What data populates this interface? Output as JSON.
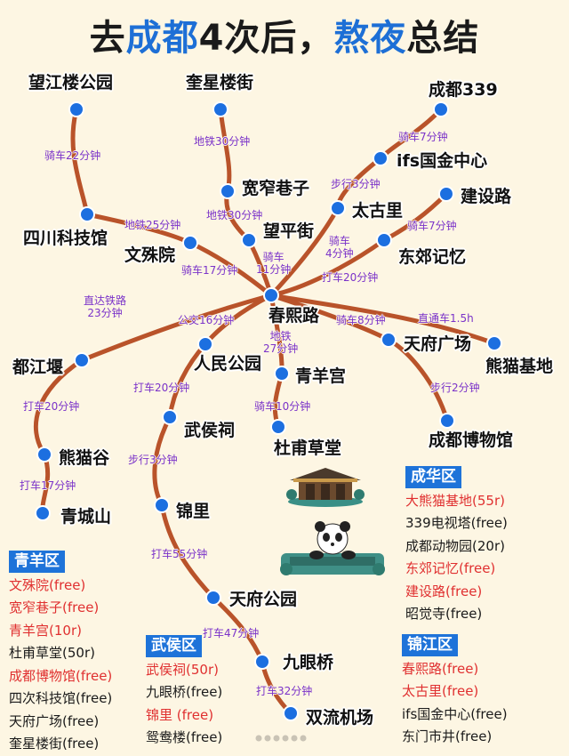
{
  "title": {
    "part1": "去",
    "part2": "成都",
    "part3": "4次后，",
    "part4": "熬夜",
    "part5": "总结"
  },
  "stations": {
    "wangjianglou": "望江楼公园",
    "kuixing": "奎星楼街",
    "cd339": "成都339",
    "ifs": "ifs国金中心",
    "kuanzhai": "宽窄巷子",
    "taikoo": "太古里",
    "jianshe": "建设路",
    "sichuankeji": "四川科技馆",
    "wenshu": "文殊院",
    "wangping": "望平街",
    "dongjiao": "东郊记忆",
    "chunxi": "春熙路",
    "dujiangyan": "都江堰",
    "renmin": "人民公园",
    "qingyang": "青羊宫",
    "tianfusq": "天府广场",
    "panda": "熊猫基地",
    "museum": "成都博物馆",
    "wuhou": "武侯祠",
    "dufu": "杜甫草堂",
    "xiongmaogu": "熊猫谷",
    "qingcheng": "青城山",
    "jinli": "锦里",
    "tianfupark": "天府公园",
    "jiuyan": "九眼桥",
    "airport": "双流机场"
  },
  "routes": {
    "r1": "骑车22分钟",
    "r2": "地铁30分钟",
    "r3": "骑车7分钟",
    "r4": "步行3分钟",
    "r5": "地铁30分钟",
    "r6": "地铁25分钟",
    "r7": "骑车7分钟",
    "r8": "骑车17分钟",
    "r9a": "骑车",
    "r9b": "11分钟",
    "r10a": "骑车",
    "r10b": "4分钟",
    "r11": "打车20分钟",
    "r12a": "直达铁路",
    "r12b": "23分钟",
    "r13": "公交16分钟",
    "r14": "骑车8分钟",
    "r15": "直通车1.5h",
    "r16a": "地铁",
    "r16b": "27分钟",
    "r17": "打车20分钟",
    "r18": "步行2分钟",
    "r19": "打车20分钟",
    "r20": "骑车10分钟",
    "r21": "步行3分钟",
    "r22": "打车17分钟",
    "r23": "打车55分钟",
    "r24": "打车47分钟",
    "r25": "打车32分钟"
  },
  "districts": {
    "chenghua": {
      "name": "成华区",
      "items": [
        {
          "text": "大熊猫基地(55r)",
          "red": true
        },
        {
          "text": "339电视塔(free)",
          "red": false
        },
        {
          "text": "成都动物园(20r)",
          "red": false
        },
        {
          "text": "东郊记忆(free)",
          "red": true
        },
        {
          "text": "建设路(free)",
          "red": true
        },
        {
          "text": "昭觉寺(free)",
          "red": false
        }
      ]
    },
    "qingyang": {
      "name": "青羊区",
      "items": [
        {
          "text": "文殊院(free)",
          "red": true
        },
        {
          "text": "宽窄巷子(free)",
          "red": true
        },
        {
          "text": "青羊宫(10r)",
          "red": true
        },
        {
          "text": "杜甫草堂(50r)",
          "red": false
        },
        {
          "text": "成都博物馆(free)",
          "red": true
        },
        {
          "text": "四次科技馆(free)",
          "red": false
        },
        {
          "text": "天府广场(free)",
          "red": false
        },
        {
          "text": "奎星楼街(free)",
          "red": false
        }
      ]
    },
    "wuhou": {
      "name": "武侯区",
      "items": [
        {
          "text": "武侯祠(50r)",
          "red": true
        },
        {
          "text": "九眼桥(free)",
          "red": false
        },
        {
          "text": "锦里 (free)",
          "red": true
        },
        {
          "text": "鸳鸯楼(free)",
          "red": false
        }
      ]
    },
    "jinjiang": {
      "name": "锦江区",
      "items": [
        {
          "text": "春熙路(free)",
          "red": true
        },
        {
          "text": "太古里(free)",
          "red": true
        },
        {
          "text": "ifs国金中心(free)",
          "red": false
        },
        {
          "text": "东门市井(free)",
          "red": false
        }
      ]
    }
  },
  "colors": {
    "route": "#b9532a",
    "node": "#1c6fe0",
    "route_text": "#7b33c9",
    "district_head": "#1e73d9",
    "red_item": "#e03030"
  }
}
